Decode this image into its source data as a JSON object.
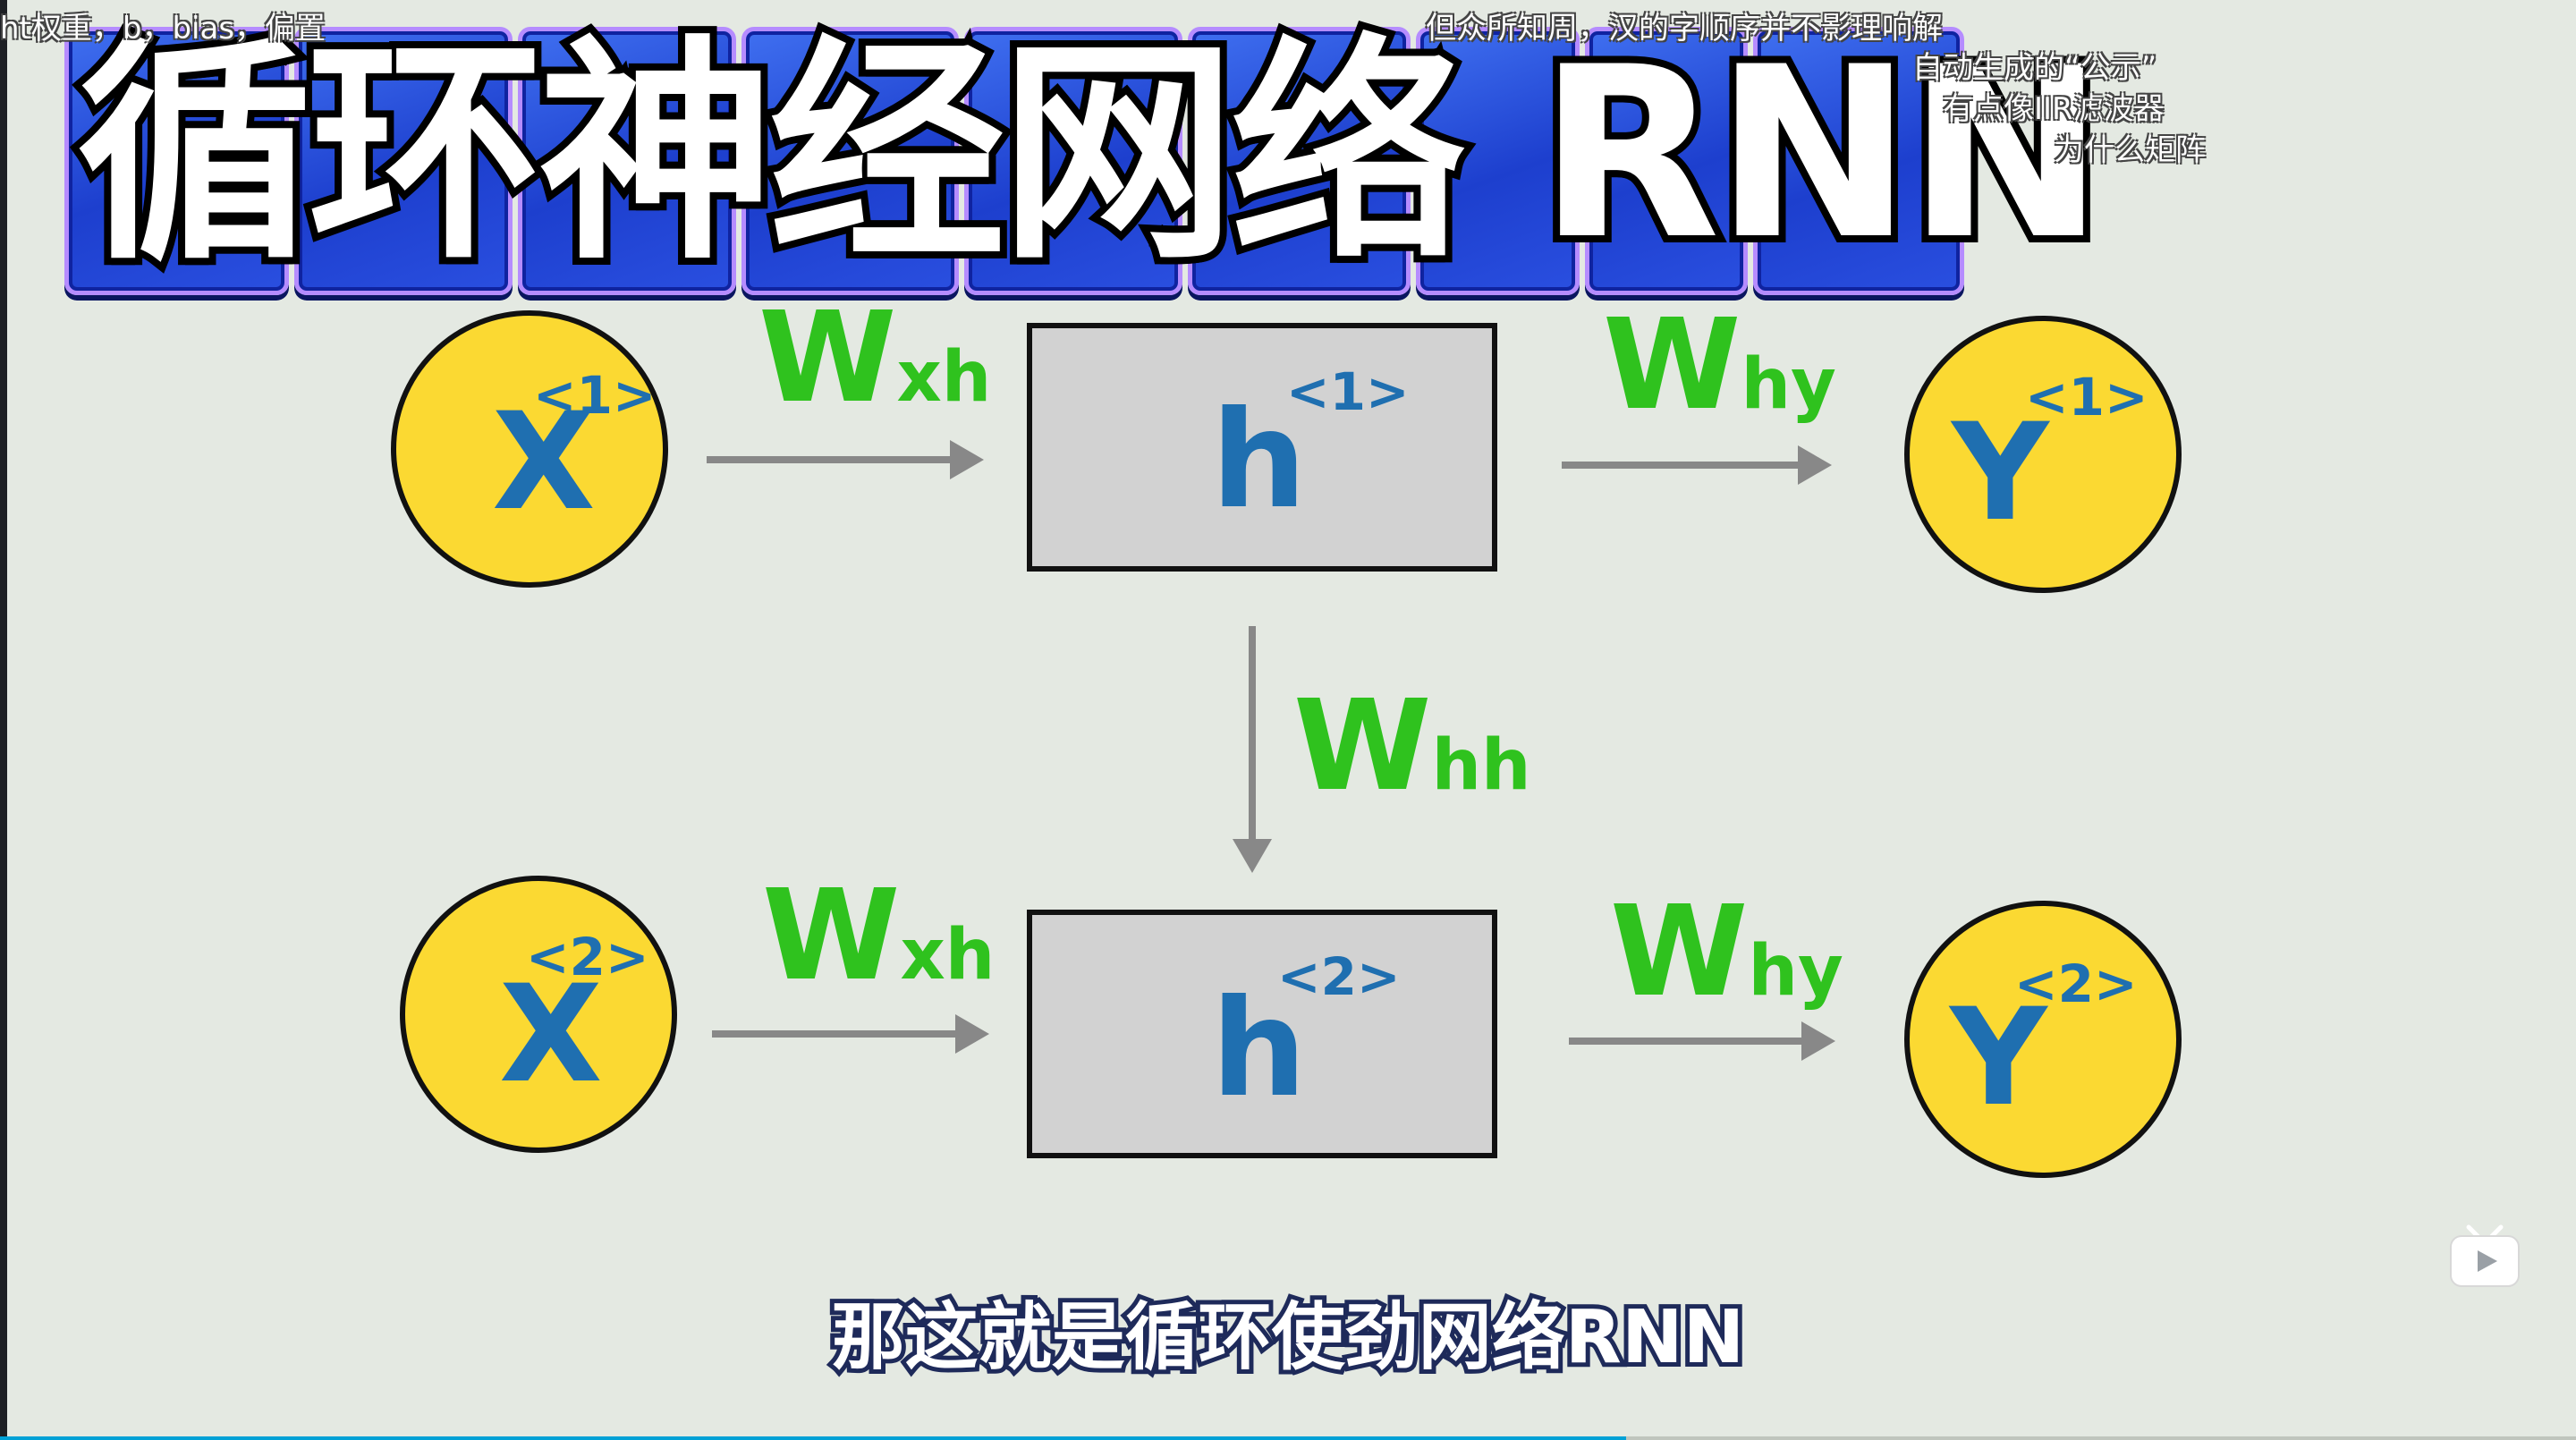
{
  "title": "循环神经网络 RNN",
  "danmaku": [
    "ht权重，b，bias，偏置",
    "但众所知周，汉的字顺序并不影理响解",
    "自动生成的“公示”",
    "有点像IIR滤波器",
    "为什么矩阵"
  ],
  "diagram": {
    "inputs": [
      {
        "letter": "X",
        "sup": "<1>"
      },
      {
        "letter": "X",
        "sup": "<2>"
      }
    ],
    "hidden": [
      {
        "letter": "h",
        "sup": "<1>"
      },
      {
        "letter": "h",
        "sup": "<2>"
      }
    ],
    "outputs": [
      {
        "letter": "Y",
        "sup": "<1>"
      },
      {
        "letter": "Y",
        "sup": "<2>"
      }
    ],
    "weights": {
      "input_to_hidden": {
        "main": "W",
        "sub": "xh"
      },
      "hidden_to_output": {
        "main": "W",
        "sub": "hy"
      },
      "hidden_to_hidden": {
        "main": "W",
        "sub": "hh"
      }
    }
  },
  "subtitle": "那这就是循环使劲网络RNN",
  "colors": {
    "background": "#e4e9e2",
    "node_fill": "#fbd932",
    "box_fill": "#d2d2d2",
    "node_text": "#1f6fb0",
    "weight_text": "#2fc21e",
    "arrow": "#888888",
    "title_tile": "#2447d8"
  },
  "icons": [
    "bilibili-player-icon"
  ]
}
